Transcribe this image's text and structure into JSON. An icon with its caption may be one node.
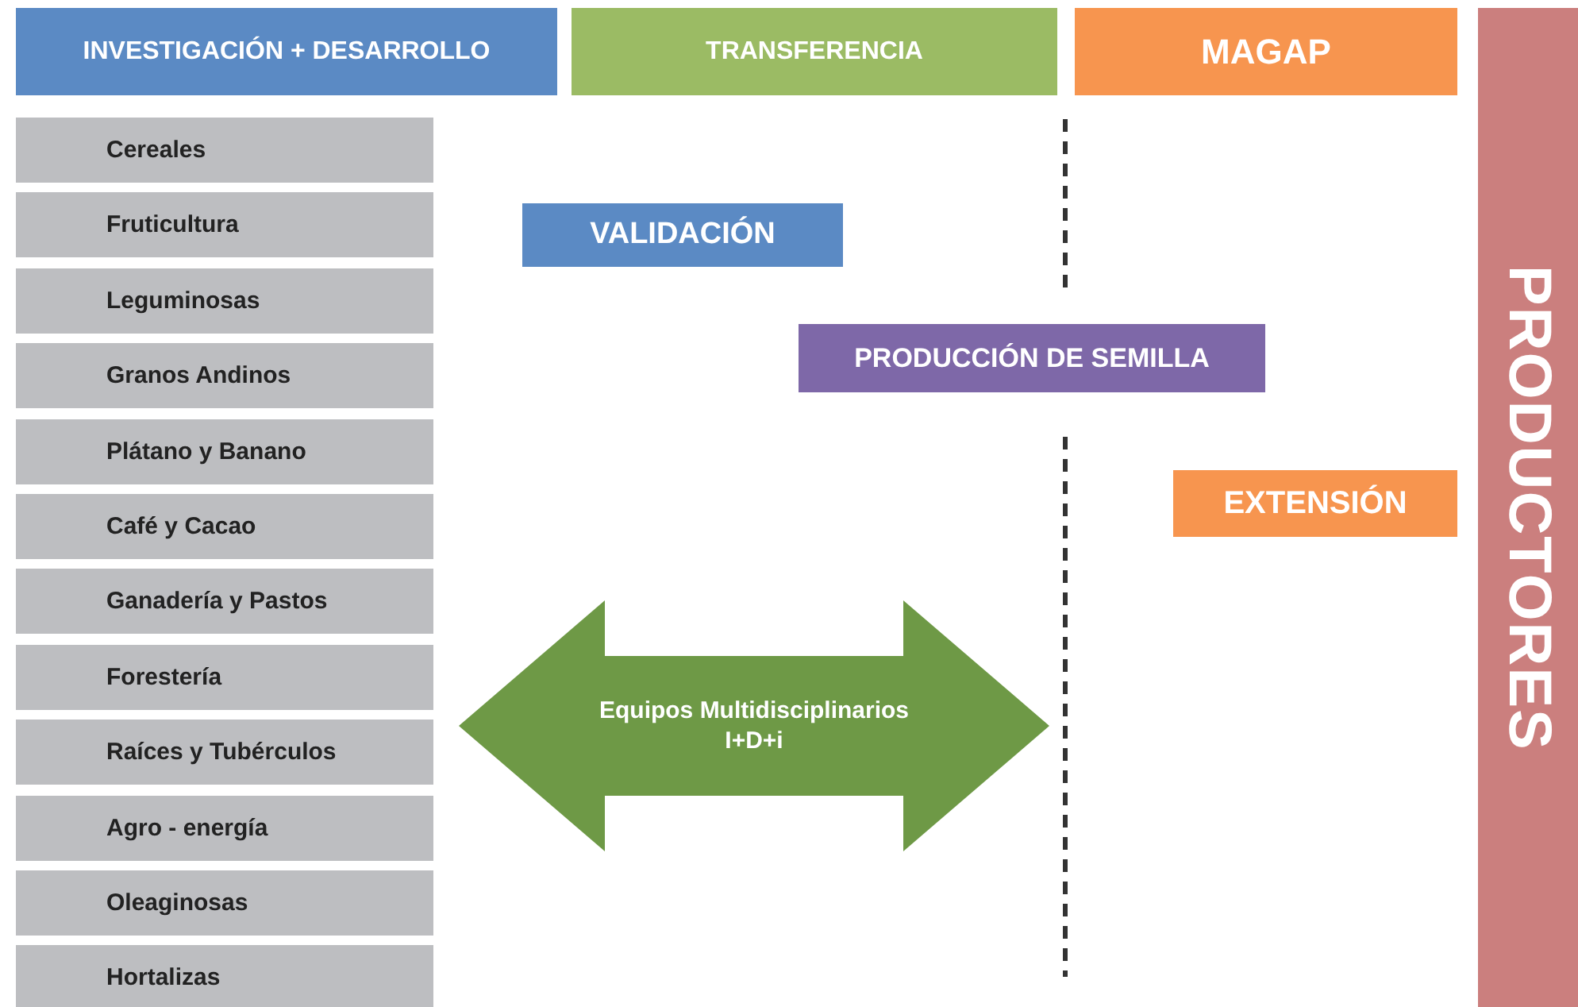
{
  "diagram": {
    "nodes": [
      {
        "text": [
          "INVESTIGACIÓN + DESARROLLO"
        ]
      },
      {
        "text": [
          "TRANSFERENCIA"
        ]
      },
      {
        "text": [
          "MAGAP"
        ]
      },
      {
        "text": [
          "PRODUCTORES"
        ]
      },
      {
        "text": [
          "Cereales"
        ]
      },
      {
        "text": [
          "Fruticultura"
        ]
      },
      {
        "text": [
          "Leguminosas"
        ]
      },
      {
        "text": [
          "Granos Andinos"
        ]
      },
      {
        "text": [
          "Plátano y Banano"
        ]
      },
      {
        "text": [
          "Café y Cacao"
        ]
      },
      {
        "text": [
          "Ganadería y Pastos"
        ]
      },
      {
        "text": [
          "Forestería"
        ]
      },
      {
        "text": [
          "Raíces y Tubérculos"
        ]
      },
      {
        "text": [
          "Agro - energía"
        ]
      },
      {
        "text": [
          "Oleaginosas"
        ]
      },
      {
        "text": [
          "Hortalizas"
        ]
      },
      {
        "text": [
          "VALIDACIÓN"
        ]
      },
      {
        "text": [
          "PRODUCCIÓN DE SEMILLA"
        ]
      },
      {
        "text": [
          "EXTENSIÓN"
        ]
      },
      {
        "text": [
          "Equipos Multidisciplinarios I+D+i"
        ]
      }
    ]
  }
}
